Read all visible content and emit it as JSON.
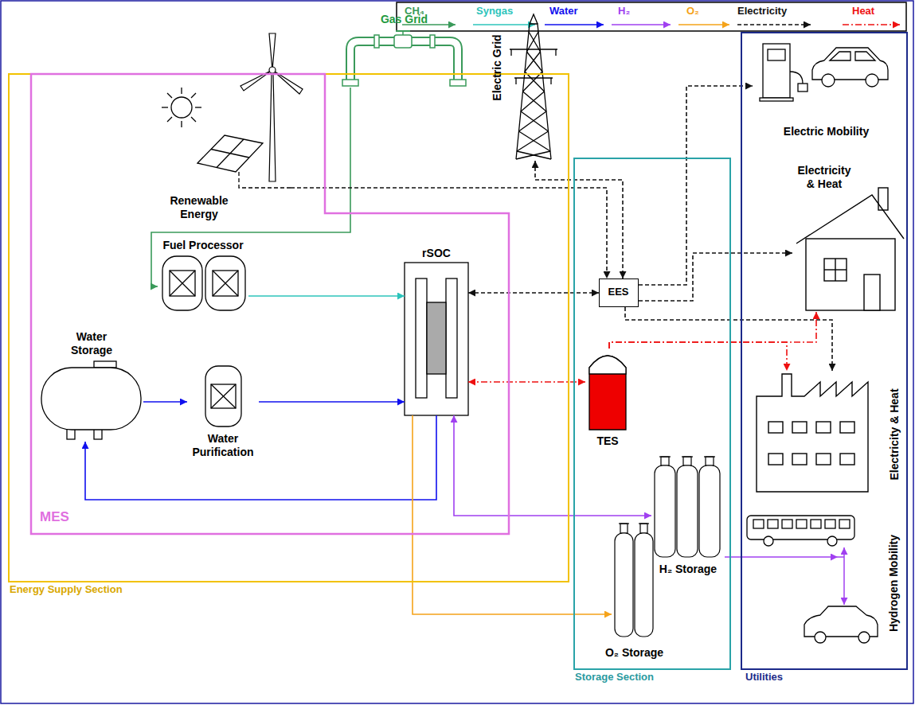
{
  "diagram": {
    "nodes": [
      {
        "text": [
          "Energy Supply Section"
        ]
      },
      {
        "text": [
          "MES"
        ],
        "in": 0
      },
      {
        "text": [
          "Renewable Energy"
        ],
        "in": 1
      },
      {
        "text": [
          "Gas Grid"
        ]
      },
      {
        "text": [
          "Electric Grid"
        ]
      },
      {
        "text": [
          "Fuel Processor"
        ],
        "in": 1
      },
      {
        "text": [
          "rSOC"
        ],
        "in": 1
      },
      {
        "text": [
          "Water Storage"
        ],
        "in": 1
      },
      {
        "text": [
          "Water Purification"
        ],
        "in": 1
      },
      {
        "text": [
          "Storage Section"
        ]
      },
      {
        "text": [
          "EES"
        ],
        "in": 9
      },
      {
        "text": [
          "TES"
        ],
        "in": 9
      },
      {
        "text": [
          "H₂ Storage"
        ],
        "in": 9
      },
      {
        "text": [
          "O₂ Storage"
        ],
        "in": 9
      },
      {
        "text": [
          "Utilities"
        ]
      },
      {
        "text": [
          "Electric Mobility"
        ],
        "in": 14
      },
      {
        "text": [
          "Electricity & Heat"
        ],
        "in": 14
      },
      {
        "text": [
          "Electricity & Heat"
        ],
        "in": 14
      },
      {
        "text": [
          "Hydrogen Mobility"
        ],
        "in": 14
      }
    ],
    "edges": [
      {
        "from": 3,
        "to": 5,
        "arrow": "to"
      },
      {
        "from": 5,
        "to": 6,
        "arrow": "to"
      },
      {
        "from": 7,
        "to": 8,
        "arrow": "to"
      },
      {
        "from": 8,
        "to": 6,
        "arrow": "to"
      },
      {
        "from": 6,
        "to": 7,
        "arrow": "to"
      },
      {
        "from": 2,
        "to": 10,
        "arrow": "to"
      },
      {
        "from": 4,
        "to": 10,
        "arrow": "both"
      },
      {
        "from": 6,
        "to": 10,
        "arrow": "both"
      },
      {
        "from": 10,
        "to": 15,
        "arrow": "to"
      },
      {
        "from": 10,
        "to": 16,
        "arrow": "to"
      },
      {
        "from": 10,
        "to": 17,
        "arrow": "to"
      },
      {
        "from": 6,
        "to": 11,
        "arrow": "both"
      },
      {
        "from": 11,
        "to": 16,
        "arrow": "to"
      },
      {
        "from": 11,
        "to": 17,
        "arrow": "to"
      },
      {
        "from": 6,
        "to": 12,
        "arrow": "both"
      },
      {
        "from": 6,
        "to": 13,
        "arrow": "to"
      },
      {
        "from": 12,
        "to": 18,
        "arrow": "to"
      }
    ],
    "legend": [
      {
        "text": "CH₄"
      },
      {
        "text": "Syngas"
      },
      {
        "text": "Water"
      },
      {
        "text": "H₂"
      },
      {
        "text": "O₂"
      },
      {
        "text": "Electricity"
      },
      {
        "text": "Heat"
      }
    ]
  }
}
